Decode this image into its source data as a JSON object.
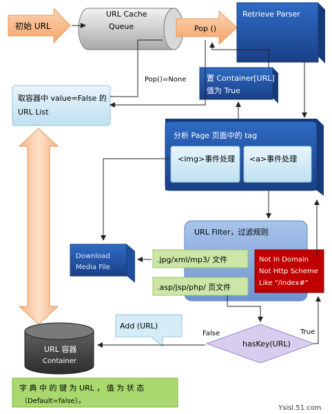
{
  "nodes": {
    "initial_url": "初始 URL",
    "url_cache_queue": [
      "URL     Cache",
      "Queue"
    ],
    "pop": "Pop ()",
    "retrieve_parser": "Retrieve Parser",
    "set_container": [
      "置  Container[URL]",
      "值为 True"
    ],
    "pop_none": "Pop()=None",
    "value_false_list": [
      "取容器中 value=False 的",
      "URL List"
    ],
    "analyze_tag": "分析 Page 页面中的 tag",
    "img_handler": "<img>事件处理",
    "a_handler": "<a>事件处理",
    "url_filter": "URL Filter，过滤规则",
    "download": [
      "Download",
      "Media File"
    ],
    "media_ext": ".jpg/xml/mp3/  文件",
    "page_ext": ".asp/jsp/php/  页文件",
    "rules": [
      "Not In Domain",
      "Not Http Scheme",
      "Like \"/index#\""
    ],
    "add_url": "Add (URL)",
    "haskey": "hasKey(URL)",
    "false_label": "False",
    "true_label": "True",
    "container": [
      "URL 容器",
      "Container"
    ],
    "note": [
      "字 典 中 的 键 为  URL ， 值 为 状 态",
      "（Default=false）。"
    ]
  },
  "watermark": "Ysisl.51.com",
  "colors": {
    "dark_blue": "#1f4e9a",
    "light_blue": "#d6ecf7",
    "orange": "#f5b27e",
    "green": "#92d050",
    "red": "#c00000",
    "lavender": "#d7cdee"
  }
}
